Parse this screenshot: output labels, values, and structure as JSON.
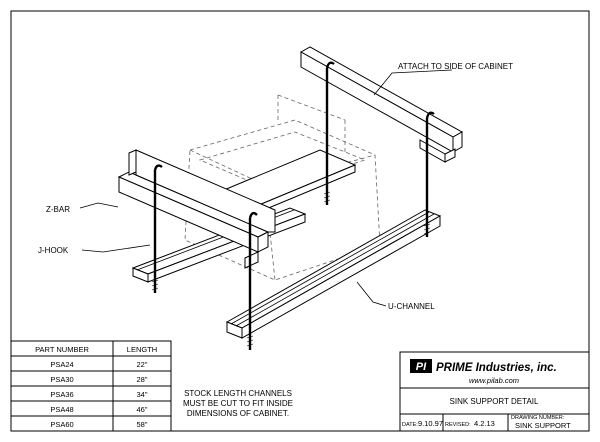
{
  "labels": {
    "attach": "ATTACH TO SIDE OF CABINET",
    "zbar": "Z-BAR",
    "jhook": "J-HOOK",
    "uchannel": "U-CHANNEL"
  },
  "table": {
    "headers": [
      "PART NUMBER",
      "LENGTH"
    ],
    "rows": [
      [
        "PSA24",
        "22\""
      ],
      [
        "PSA30",
        "28\""
      ],
      [
        "PSA36",
        "34\""
      ],
      [
        "PSA48",
        "46\""
      ],
      [
        "PSA60",
        "58\""
      ]
    ]
  },
  "note": [
    "STOCK LENGTH CHANNELS",
    "MUST BE CUT TO FIT INSIDE",
    "DIMENSIONS OF CABINET."
  ],
  "title_block": {
    "logo": "PI",
    "company": "PRIME Industries, inc.",
    "url": "www.pilab.com",
    "title": "SINK SUPPORT DETAIL",
    "date_label": "DATE:",
    "date": "9.10.97",
    "revised_label": "REVISED:",
    "revised": "4.2.13",
    "drawing_label": "DRAWING NUMBER:",
    "drawing": "SINK SUPPORT"
  }
}
